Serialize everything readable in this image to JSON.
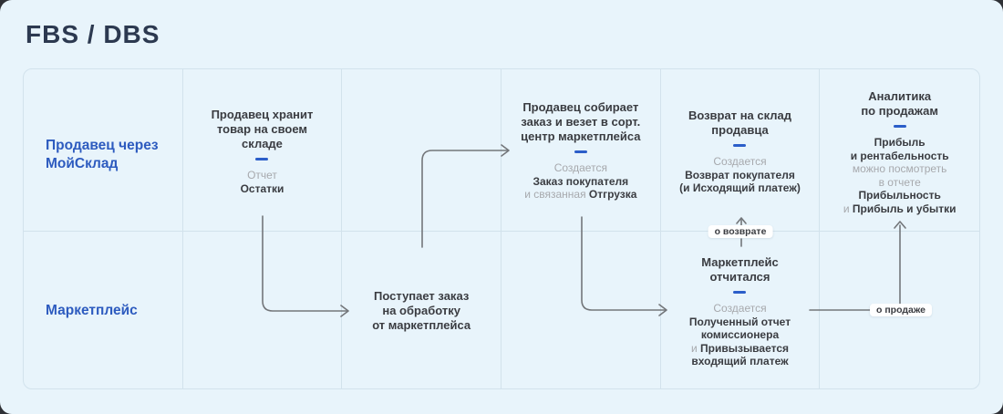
{
  "page": {
    "title": "FBS / DBS"
  },
  "rows": {
    "seller": "Продавец через МойСклад",
    "marketplace": "Маркетплейс"
  },
  "cells": {
    "seller_stores": {
      "title": [
        "Продавец хранит",
        "товар на своем",
        "складе"
      ],
      "report_label": "Отчет",
      "report_name": "Остатки"
    },
    "order_received": {
      "title": [
        "Поступает заказ",
        "на обработку",
        "от маркетплейса"
      ]
    },
    "seller_ships": {
      "title": [
        "Продавец собирает",
        "заказ и везет в сорт.",
        "центр маркетплейса"
      ],
      "created_label": "Создается",
      "doc1": "Заказ покупателя",
      "linked_gray": "и связанная ",
      "linked_bold": "Отгрузка"
    },
    "return_to_seller": {
      "title": [
        "Возврат на склад",
        "продавца"
      ],
      "created_label": "Создается",
      "doc1": "Возврат покупателя",
      "doc2": "(и Исходящий платеж)"
    },
    "marketplace_reported": {
      "title": [
        "Маркетплейс",
        "отчитался"
      ],
      "created_label": "Создается",
      "doc1": "Полученный отчет",
      "doc2": "комиссионера",
      "and_gray": "и ",
      "and_bold": "Привызывается",
      "doc3": "входящий платеж"
    },
    "analytics": {
      "title": [
        "Аналитика",
        "по продажам"
      ],
      "line1": "Прибыль",
      "line2": "и рентабельность",
      "line3": "можно посмотреть",
      "line4": "в отчете",
      "line5": "Прибыльность",
      "line6_gray": "и ",
      "line6_bold": "Прибыль и убытки"
    }
  },
  "badges": {
    "return": "о возврате",
    "sale": "о продаже"
  },
  "colors": {
    "background": "#e8f4fb",
    "dark_navy": "#2c3950",
    "accent_blue": "#2d5bbf",
    "dash_blue": "#2b5ec9",
    "text_dark": "#3a3c41",
    "text_gray": "#a7a9ad",
    "arrow_gray": "#73767a",
    "border": "#d2e2ec",
    "badge_bg": "#ffffff"
  }
}
